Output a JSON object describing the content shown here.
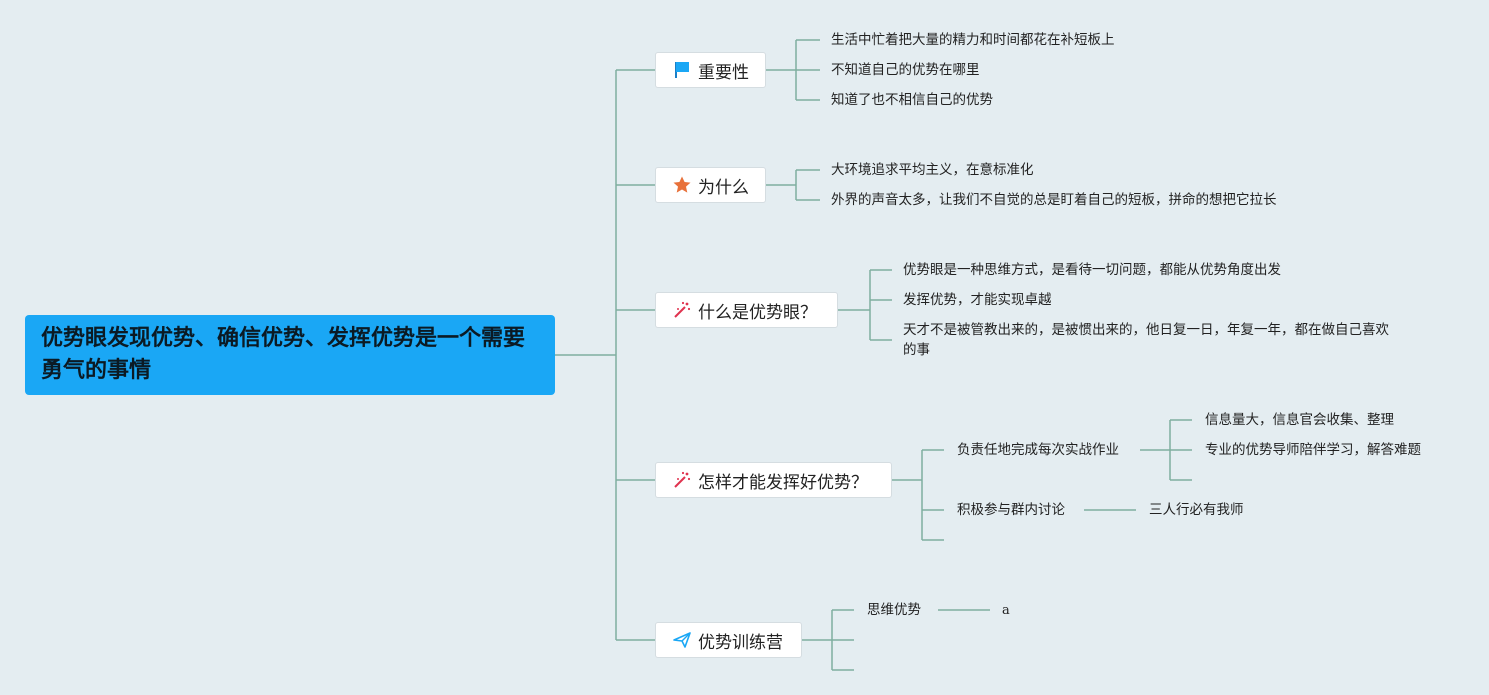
{
  "root": {
    "title": "优势眼发现优势、确信优势、发挥优势是一个需要勇气的事情"
  },
  "branches": [
    {
      "label": "重要性",
      "icon": "flag-icon",
      "children": [
        "生活中忙着把大量的精力和时间都花在补短板上",
        "不知道自己的优势在哪里",
        "知道了也不相信自己的优势"
      ]
    },
    {
      "label": "为什么",
      "icon": "star-icon",
      "children": [
        "大环境追求平均主义，在意标准化",
        "外界的声音太多，让我们不自觉的总是盯着自己的短板，拼命的想把它拉长"
      ]
    },
    {
      "label": "什么是优势眼？",
      "icon": "magic-wand-icon",
      "children": [
        "优势眼是一种思维方式，是看待一切问题，都能从优势角度出发",
        "发挥优势，才能实现卓越",
        "天才不是被管教出来的，是被惯出来的，他日复一日，年复一年，都在做自己喜欢的事"
      ]
    },
    {
      "label": "怎样才能发挥好优势？",
      "icon": "magic-wand-icon",
      "children": [
        {
          "label": "负责任地完成每次实战作业",
          "children": [
            "信息量大，信息官会收集、整理",
            "专业的优势导师陪伴学习，解答难题"
          ]
        },
        {
          "label": "积极参与群内讨论",
          "children": [
            "三人行必有我师"
          ]
        },
        {
          "label": ""
        }
      ]
    },
    {
      "label": "优势训练营",
      "icon": "paper-plane-icon",
      "children": [
        {
          "label": "思维优势",
          "children": [
            "a"
          ]
        },
        {
          "label": ""
        },
        {
          "label": ""
        }
      ]
    }
  ],
  "colors": {
    "background": "#e4edf1",
    "root_fill": "#1aa7f5",
    "connector": "#7fae9f",
    "flag": "#1aa7f5",
    "star": "#e8713a",
    "wand": "#e0334f",
    "plane": "#1aa7f5"
  }
}
